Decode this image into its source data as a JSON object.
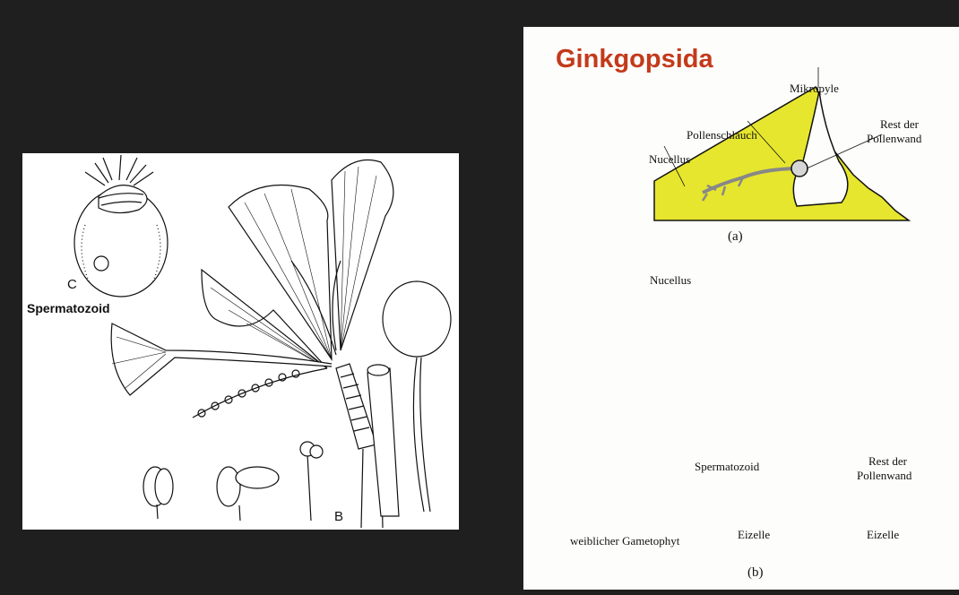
{
  "left": {
    "label_c": "C",
    "label_spermatozoid": "Spermatozoid",
    "label_b": "B"
  },
  "right": {
    "title": "Ginkgopsida",
    "a": {
      "mikropyle": "Mikropyle",
      "pollenschlauch": "Pollenschlauch",
      "nucellus": "Nucellus",
      "rest_line1": "Rest der",
      "rest_line2": "Pollenwand",
      "caption": "(a)"
    },
    "b": {
      "nucellus": "Nucellus",
      "spermatozoid": "Spermatozoid",
      "rest_line1": "Rest der",
      "rest_line2": "Pollenwand",
      "gametophyt": "weiblicher Gametophyt",
      "eizelle_1": "Eizelle",
      "eizelle_2": "Eizelle",
      "caption": "(b)"
    }
  },
  "colors": {
    "nucellus_fill": "#e6e62e",
    "pollen_fill": "#d6d6d6",
    "eizelle_fill": "#f0a020",
    "spiral": "#d8551c",
    "title": "#c33a1a"
  }
}
